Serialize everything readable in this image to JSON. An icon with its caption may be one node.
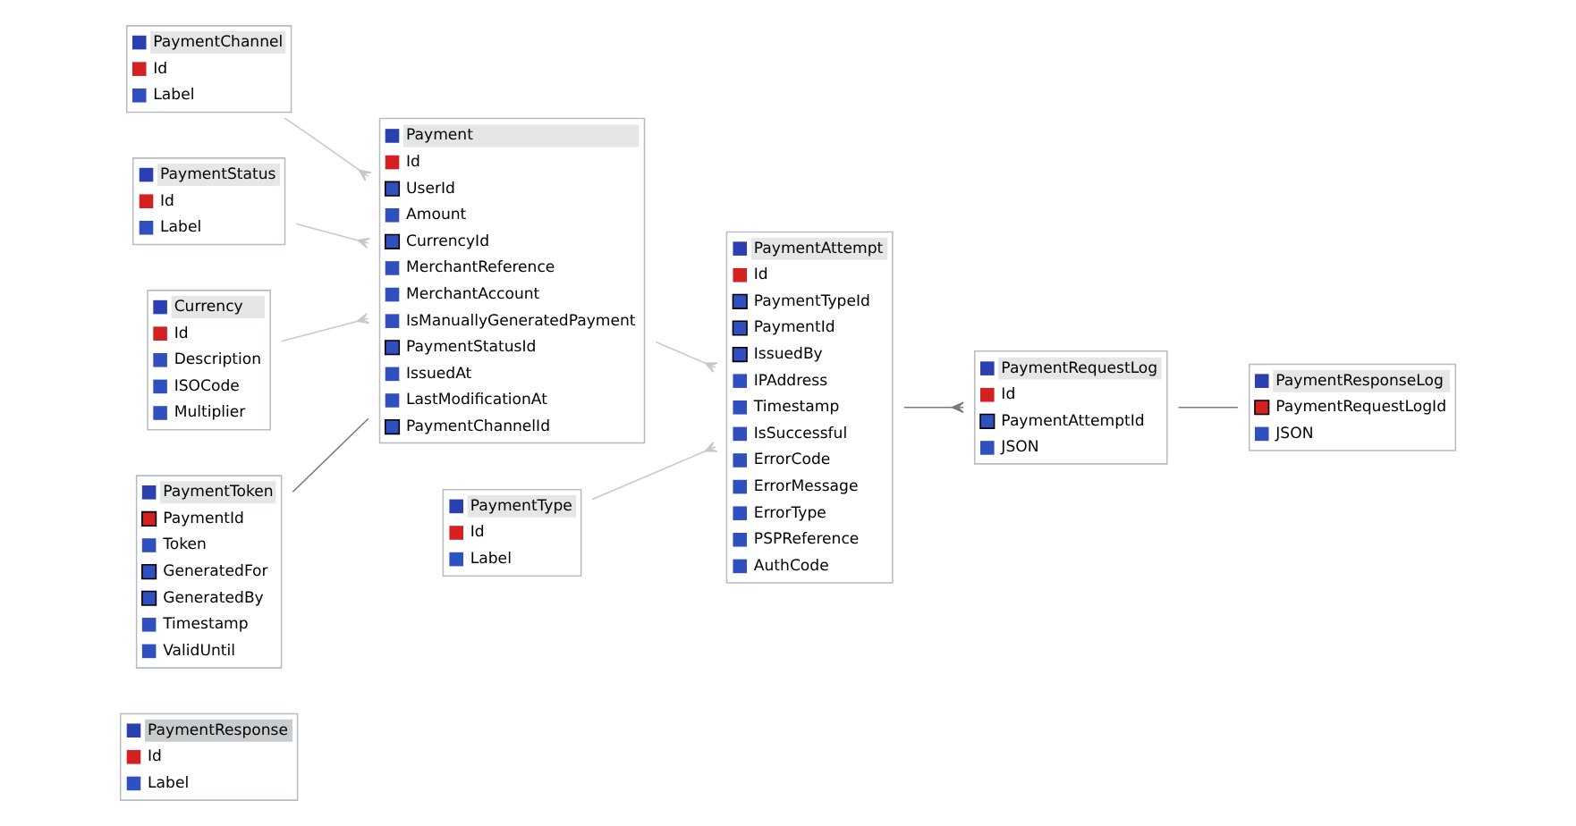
{
  "diagram": {
    "nodes": [
      {
        "text": [
          "PaymentResponse",
          "Id",
          "Label"
        ]
      },
      {
        "text": [
          "PaymentChannel",
          "Id",
          "Label"
        ]
      },
      {
        "text": [
          "PaymentStatus",
          "Id",
          "Label"
        ]
      },
      {
        "text": [
          "Currency",
          "Id",
          "Description",
          "ISOCode",
          "Multiplier"
        ]
      },
      {
        "text": [
          "Payment",
          "Id",
          "UserId",
          "Amount",
          "CurrencyId",
          "MerchantReference",
          "MerchantAccount",
          "IsManuallyGeneratedPayment",
          "PaymentStatusId",
          "IssuedAt",
          "LastModificationAt",
          "PaymentChannelId"
        ]
      },
      {
        "text": [
          "PaymentToken",
          "PaymentId",
          "Token",
          "GeneratedFor",
          "GeneratedBy",
          "Timestamp",
          "ValidUntil"
        ]
      },
      {
        "text": [
          "PaymentType",
          "Id",
          "Label"
        ]
      },
      {
        "text": [
          "PaymentAttempt",
          "Id",
          "PaymentTypeId",
          "PaymentId",
          "IssuedBy",
          "IPAddress",
          "Timestamp",
          "IsSuccessful",
          "ErrorCode",
          "ErrorMessage",
          "ErrorType",
          "PSPReference",
          "AuthCode"
        ]
      },
      {
        "text": [
          "PaymentResponseLog",
          "PaymentRequestLogId",
          "JSON"
        ]
      },
      {
        "text": [
          "PaymentRequestLog",
          "Id",
          "PaymentAttemptId",
          "JSON"
        ]
      }
    ],
    "edges": [
      {
        "from": 3,
        "to": 4,
        "arrow": "other"
      },
      {
        "from": 1,
        "to": 4,
        "arrow": "other"
      },
      {
        "from": 2,
        "to": 4,
        "arrow": "other"
      },
      {
        "from": 5,
        "to": 4,
        "arrow": "none",
        "color": "#7a7a7a"
      },
      {
        "from": 4,
        "to": 7,
        "arrow": "other"
      },
      {
        "from": 6,
        "to": 7,
        "arrow": "other"
      },
      {
        "from": 7,
        "to": 9,
        "arrow": "other",
        "color": "#7a7a7a"
      },
      {
        "from": 9,
        "to": 8,
        "arrow": "none",
        "color": "#7a7a7a"
      }
    ]
  }
}
